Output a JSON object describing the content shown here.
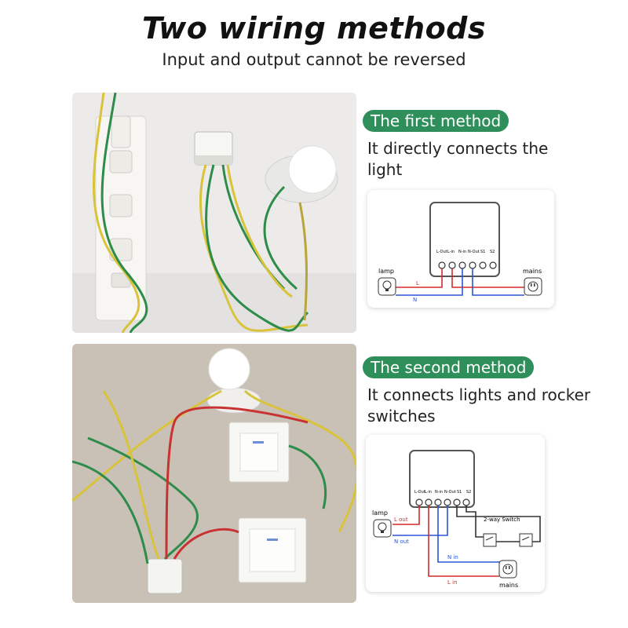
{
  "header": {
    "title": "Two wiring methods",
    "subtitle": "Input and output cannot be reversed"
  },
  "method1": {
    "badge": "The first method",
    "description": "It directly connects the light",
    "diagram": {
      "terminals": [
        "L-Out",
        "L-in",
        "N-in",
        "N-Out",
        "S1",
        "S2"
      ],
      "lamp_label": "lamp",
      "mains_label": "mains",
      "live_label": "L",
      "neutral_label": "N"
    }
  },
  "method2": {
    "badge": "The second method",
    "description": "It connects lights and rocker switches",
    "diagram": {
      "terminals": [
        "L-Out",
        "L-in",
        "N-in",
        "N-Out",
        "S1",
        "S2"
      ],
      "lamp_label": "lamp",
      "mains_label": "mains",
      "switch_label": "2-way Switch",
      "l_out_label": "L out",
      "n_out_label": "N out",
      "n_in_label": "N in",
      "l_in_label": "L in"
    }
  },
  "colors": {
    "badge_bg": "#2f8f5b",
    "live_wire": "#d62b2b",
    "neutral_wire": "#2b55d6",
    "photo1_bg": "#ecebea",
    "photo2_bg": "#c9c1b6"
  },
  "icons": {
    "lamp": "lightbulb-icon",
    "mains": "power-plug-icon"
  }
}
